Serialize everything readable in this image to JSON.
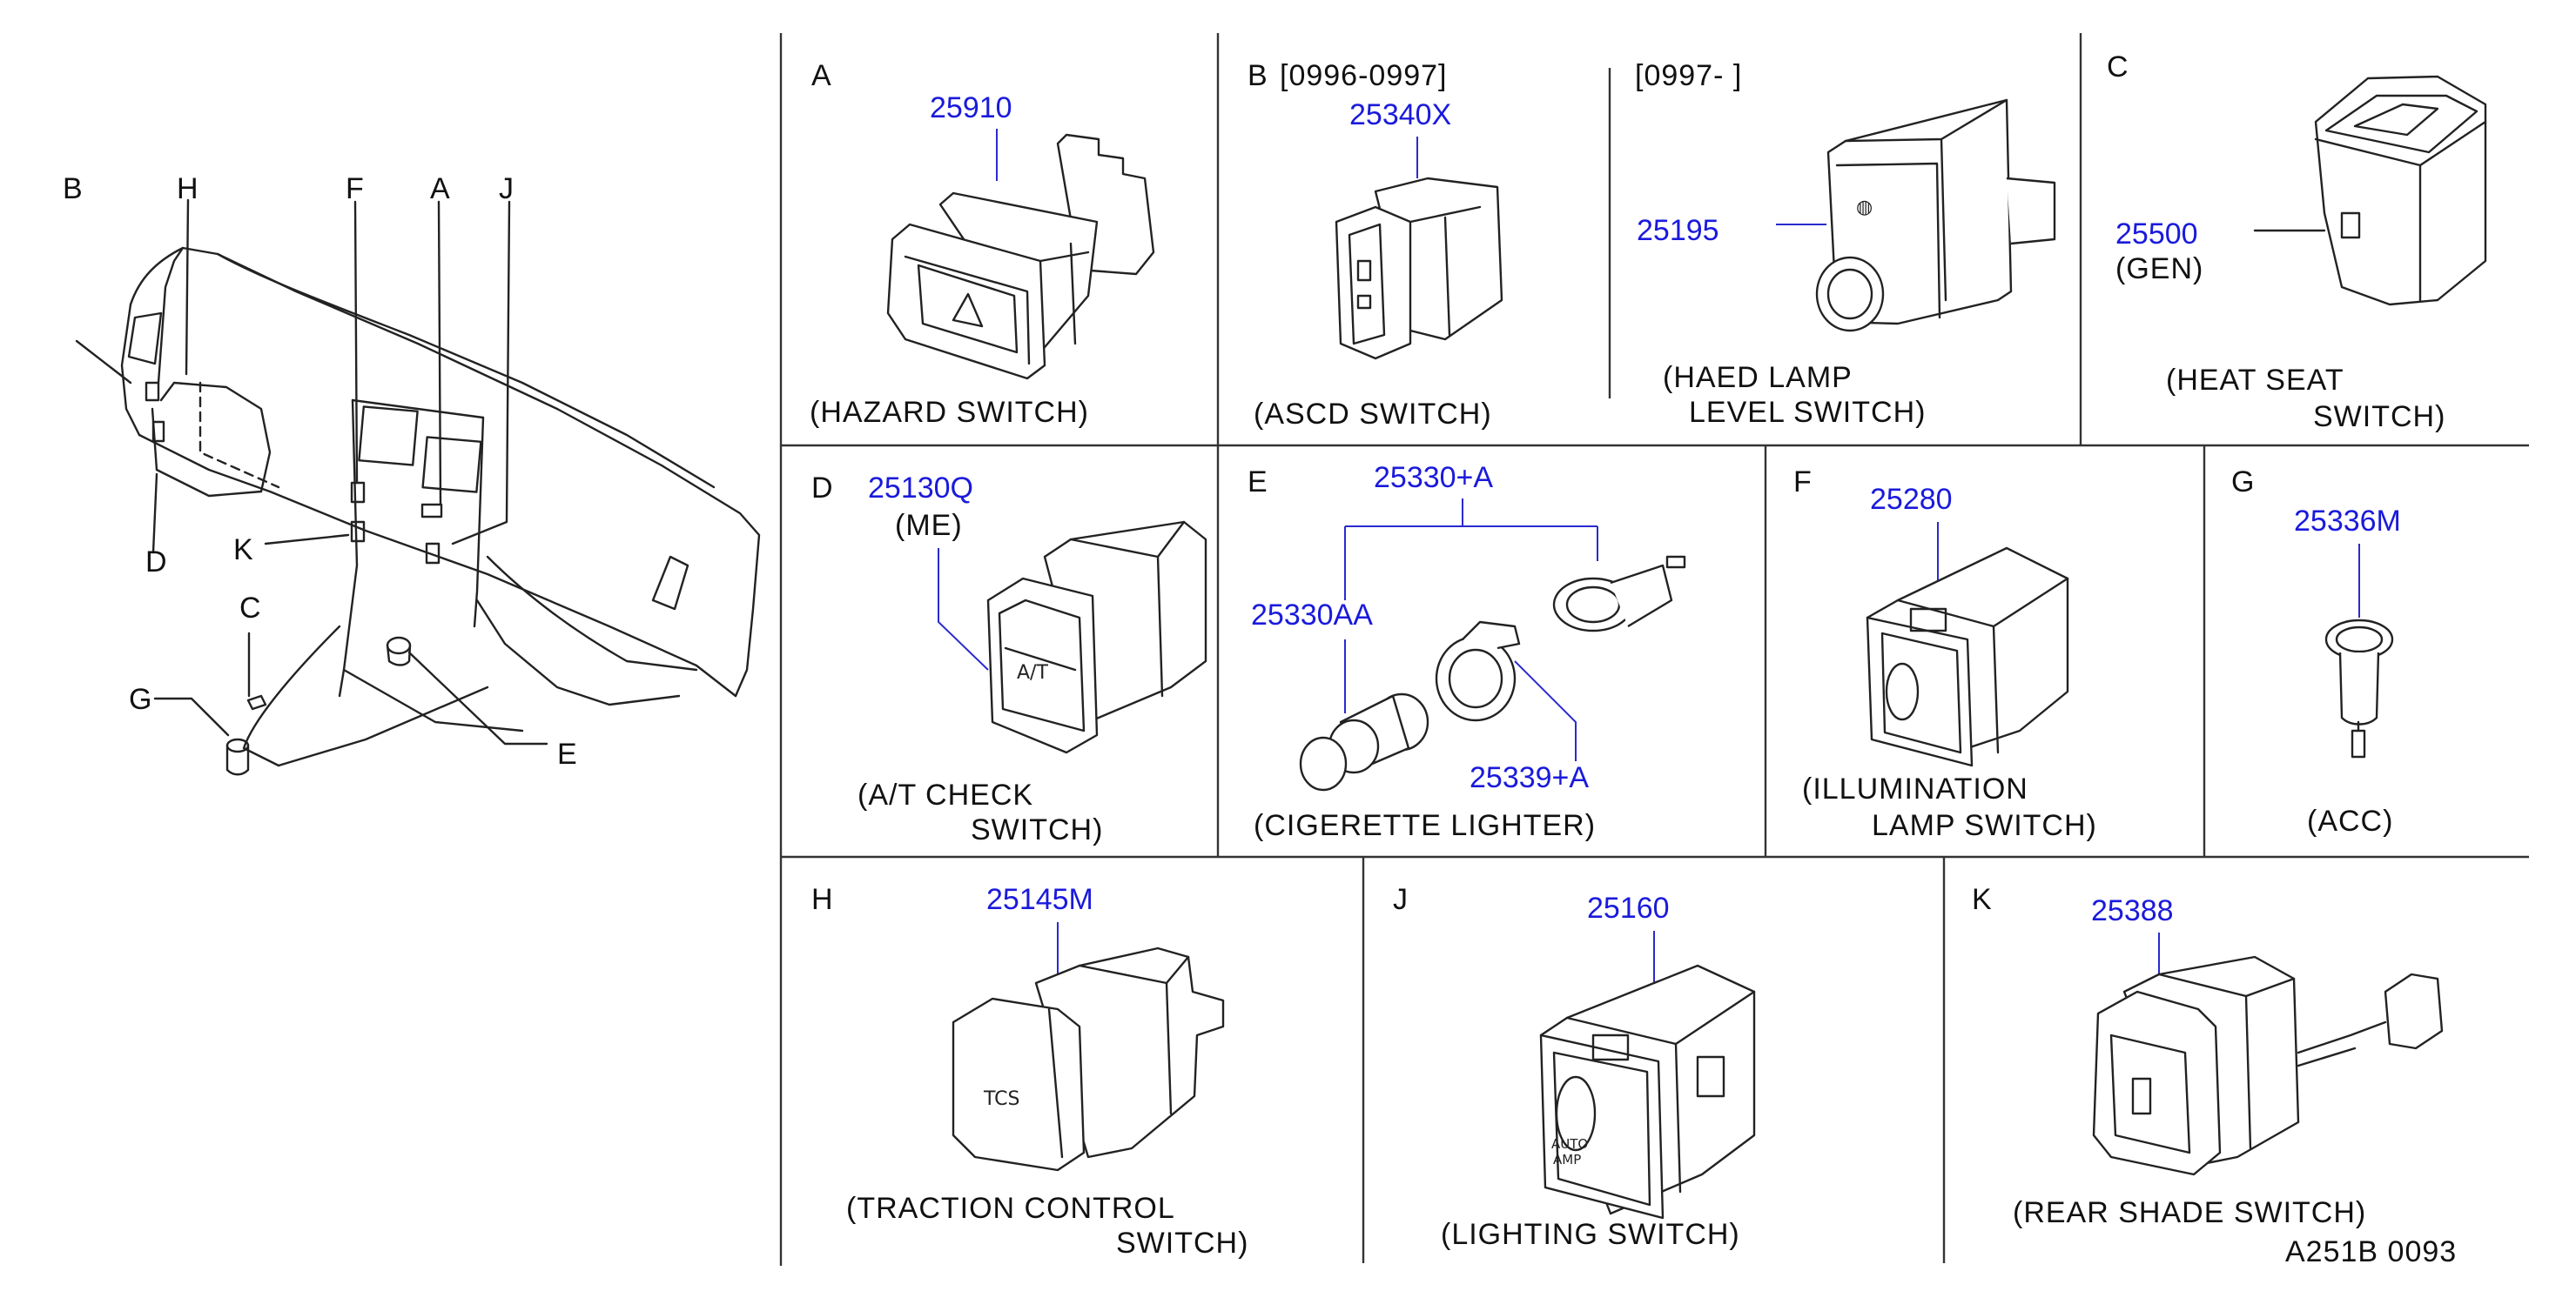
{
  "overview": {
    "callouts": [
      "B",
      "H",
      "F",
      "A",
      "J",
      "K",
      "D",
      "C",
      "G",
      "E"
    ]
  },
  "panels": {
    "A": {
      "letter": "A",
      "part": "25910",
      "caption": [
        "(HAZARD  SWITCH)"
      ]
    },
    "B": {
      "letter": "B",
      "range": "[0996-0997]",
      "part": "25340X",
      "caption": [
        "(ASCD  SWITCH)"
      ]
    },
    "B2": {
      "range": "[0997-                    ]",
      "part": "25195",
      "caption": [
        "(HAED  LAMP",
        "LEVEL  SWITCH)"
      ]
    },
    "C": {
      "letter": "C",
      "part": "25500",
      "note": "(GEN)",
      "caption": [
        "(HEAT  SEAT",
        "SWITCH)"
      ]
    },
    "D": {
      "letter": "D",
      "part": "25130Q",
      "note": "(ME)",
      "caption": [
        "(A/T  CHECK",
        "SWITCH)"
      ]
    },
    "E": {
      "letter": "E",
      "part_top": "25330+A",
      "part_left": "25330AA",
      "part_right": "25339+A",
      "caption": [
        "(CIGERETTE  LIGHTER)"
      ]
    },
    "F": {
      "letter": "F",
      "part": "25280",
      "caption": [
        "(ILLUMINATION",
        "LAMP  SWITCH)"
      ]
    },
    "G": {
      "letter": "G",
      "part": "25336M",
      "caption": [
        "(ACC)"
      ]
    },
    "H": {
      "letter": "H",
      "part": "25145M",
      "caption": [
        "(TRACTION  CONTROL",
        "SWITCH)"
      ]
    },
    "J": {
      "letter": "J",
      "part": "25160",
      "caption": [
        "(LIGHTING        SWITCH)"
      ]
    },
    "K": {
      "letter": "K",
      "part": "25388",
      "caption": [
        "(REAR  SHADE  SWITCH)"
      ]
    }
  },
  "icons": {
    "hazard": "triangle-icon",
    "tcs": "TCS",
    "auto_amp": [
      "AUTO",
      "AMP"
    ],
    "at": "A/T"
  },
  "drawing_code": "A251B  0093"
}
